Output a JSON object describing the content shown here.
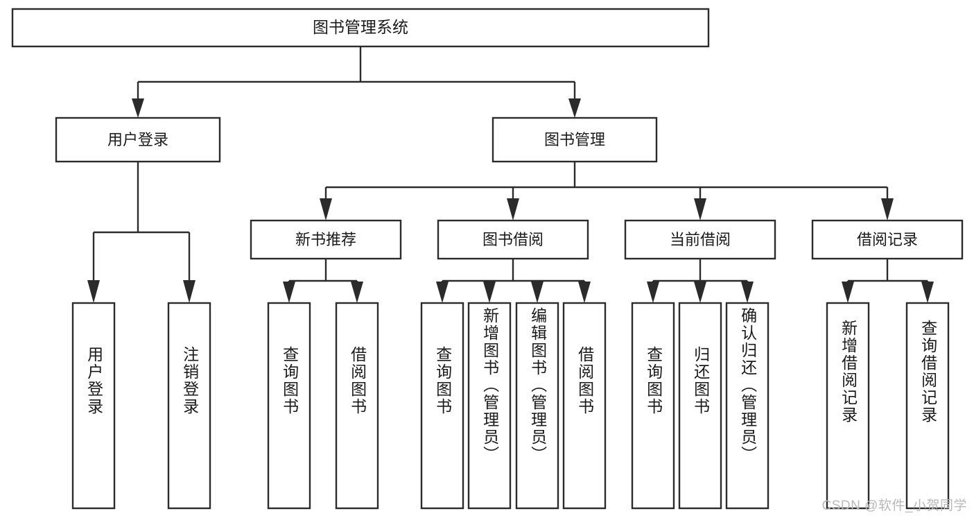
{
  "diagram": {
    "title": "图书管理系统",
    "type": "tree-hierarchy",
    "watermark": "CSDN @软件_小贺同学",
    "colors": {
      "stroke": "#2b2b2b",
      "fill": "#ffffff",
      "text": "#1a1a1a",
      "watermark": "#b9b9b9"
    },
    "root": {
      "label": "图书管理系统"
    },
    "level1": [
      {
        "label": "用户登录"
      },
      {
        "label": "图书管理"
      }
    ],
    "level2": [
      {
        "label": "新书推荐"
      },
      {
        "label": "图书借阅"
      },
      {
        "label": "当前借阅"
      },
      {
        "label": "借阅记录"
      }
    ],
    "leaves": {
      "user_login": [
        {
          "label": "用户登录"
        },
        {
          "label": "注销登录"
        }
      ],
      "new_book_recommend": [
        {
          "label": "查询图书"
        },
        {
          "label": "借阅图书"
        }
      ],
      "book_borrow": [
        {
          "label": "查询图书"
        },
        {
          "label": "新增图书（管理员）"
        },
        {
          "label": "编辑图书（管理员）"
        },
        {
          "label": "借阅图书"
        }
      ],
      "current_borrow": [
        {
          "label": "查询图书"
        },
        {
          "label": "归还图书"
        },
        {
          "label": "确认归还（管理员）"
        }
      ],
      "borrow_record": [
        {
          "label": "新增借阅记录"
        },
        {
          "label": "查询借阅记录"
        }
      ]
    }
  }
}
